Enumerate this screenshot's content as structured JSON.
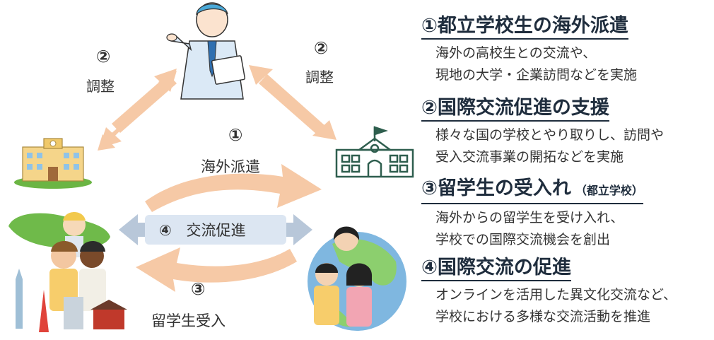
{
  "diagram": {
    "left_label_num": "②",
    "left_label_text": "調整",
    "right_label_num": "②",
    "right_label_text": "調整",
    "center_top_num": "①",
    "center_top_text": "海外派遣",
    "center_pill_num": "④",
    "center_pill_text": "交流促進",
    "center_bottom_num": "③",
    "center_bottom_text": "留学生受入"
  },
  "sections": [
    {
      "title": "①都立学校生の海外派遣",
      "title_note": "",
      "lines": [
        "海外の高校生との交流や、",
        "現地の大学・企業訪問などを実施"
      ]
    },
    {
      "title": "②国際交流促進の支援",
      "title_note": "",
      "lines": [
        "様々な国の学校とやり取りし、訪問や",
        "受入交流事業の開拓などを実施"
      ]
    },
    {
      "title": "③留学生の受入れ",
      "title_note": "（都立学校）",
      "lines": [
        "海外からの留学生を受け入れ、",
        "学校での国際交流機会を創出"
      ]
    },
    {
      "title": "④国際交流の促進",
      "title_note": "",
      "lines": [
        "オンラインを活用した異文化交流など、",
        "学校における多様な交流活動を推進"
      ]
    }
  ],
  "colors": {
    "arrow_peach": "#f6c9a6",
    "arrow_blue": "#b8c7d9",
    "pill_bg": "#dce6f2",
    "title_text": "#1f2d3d"
  }
}
